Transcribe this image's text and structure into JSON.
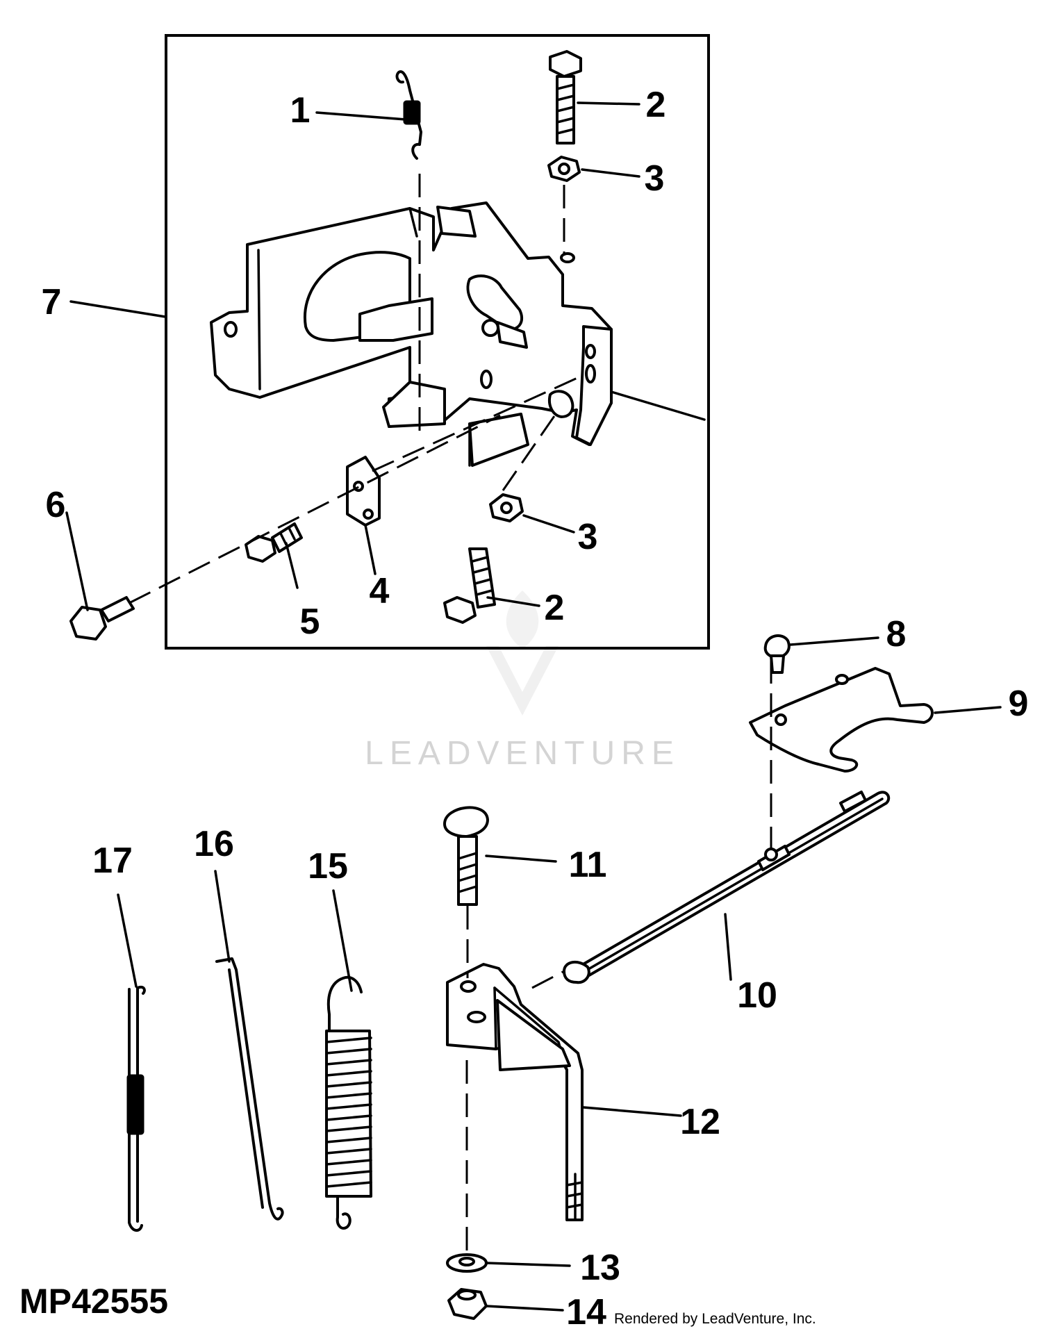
{
  "diagram_code": "MP42555",
  "credit": "Rendered by LeadVenture, Inc.",
  "watermark": "LEADVENTURE",
  "callouts": {
    "c1": "1",
    "c2a": "2",
    "c2b": "2",
    "c3a": "3",
    "c3b": "3",
    "c4": "4",
    "c5": "5",
    "c6": "6",
    "c7": "7",
    "c8": "8",
    "c9": "9",
    "c10": "10",
    "c11": "11",
    "c12": "12",
    "c13": "13",
    "c14": "14",
    "c15": "15",
    "c16": "16",
    "c17": "17"
  }
}
